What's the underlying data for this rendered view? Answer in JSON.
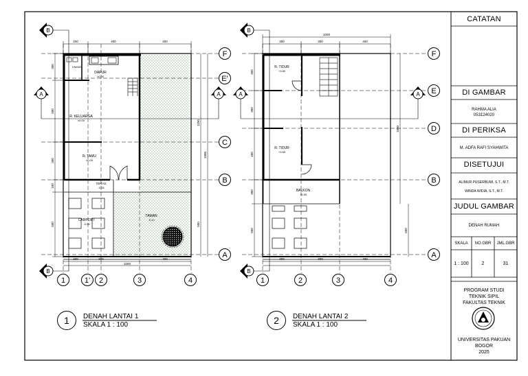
{
  "title_block": {
    "catatan": "CATATAN",
    "digambar": "DI GAMBAR",
    "drawer_name": "RAHMA ALIA",
    "drawer_id": "053124020",
    "diperiksa": "DI PERIKSA",
    "checker_name": "M. ADFA RAFI SYAHWITA",
    "disetujui": "DISETUJUI",
    "approver_1": "ALIMUR PUSERBUMI, S.T., M.T.",
    "approver_2": "WINDA WIDIA, S.T., M.T.",
    "judul": "JUDUL GAMBAR",
    "drawing_title": "DENAH RUMAH",
    "col_skala": "SKALA",
    "col_nogbr": "NO.GBR",
    "col_jmlgbr": "JML.GBR",
    "val_skala": "1 : 100",
    "val_nogbr": "2",
    "val_jmlgbr": "31",
    "prodi_1": "PROGRAM STUDI",
    "prodi_2": "TEKNIK SIPIL",
    "prodi_3": "FAKULTAS TEKNIK",
    "univ_1": "UNIVERSITAS PAKUAN",
    "univ_2": "BOGOR",
    "year": "2025"
  },
  "captions": [
    {
      "num": "1",
      "title": "DENAH LANTAI 1",
      "scale": "SKALA 1 : 100"
    },
    {
      "num": "2",
      "title": "DENAH LANTAI 2",
      "scale": "SKALA 1 : 100"
    }
  ],
  "grid_rows": [
    "F",
    "E'",
    "C",
    "B",
    "A"
  ],
  "grid_rows_2": [
    "F",
    "E",
    "D",
    "B",
    "A"
  ],
  "grid_cols_1": [
    "1",
    "1'",
    "2",
    "3",
    "4"
  ],
  "grid_cols_2": [
    "1",
    "2",
    "3",
    "4"
  ],
  "section_markers": {
    "a": "A",
    "b": "B"
  },
  "rooms_1": {
    "dapur": "DAPUR",
    "dapur_lvl": "±0.00",
    "keluarga": "R. KELUARGA",
    "keluarga_lvl": "±0.00",
    "tamu": "R. TAMU",
    "tamu_lvl": "±0.00",
    "teras": "TERAS",
    "teras_lvl": "-0.05",
    "carport": "CARPORT",
    "carport_lvl": "-0.05",
    "taman": "TAMAN",
    "taman_lvl": "-0.10",
    "km": "KM/WC"
  },
  "rooms_2": {
    "tidur1": "R. TIDUR",
    "tidur1_lvl": "+3.60",
    "tidur2": "R. TIDUR",
    "tidur2_lvl": "+3.60",
    "balkon": "BALKON",
    "balkon_lvl": "+3.55"
  },
  "dims_1": {
    "top": [
      "200",
      "400",
      "400"
    ],
    "bottom": [
      "200",
      "300",
      "400"
    ],
    "bottom_total": "1000",
    "left": [
      "300",
      "500",
      "300",
      "100",
      "500"
    ],
    "right_a": "1100",
    "right_b": "1800",
    "right_c": "500"
  },
  "dims_2": {
    "top_total": "1000",
    "top": [
      "300",
      "300",
      "400"
    ],
    "bottom": [
      "300",
      "300",
      "400"
    ],
    "left": [
      "300",
      "300",
      "400",
      "300",
      "500"
    ],
    "right_a": "1800",
    "right_b": "600"
  }
}
